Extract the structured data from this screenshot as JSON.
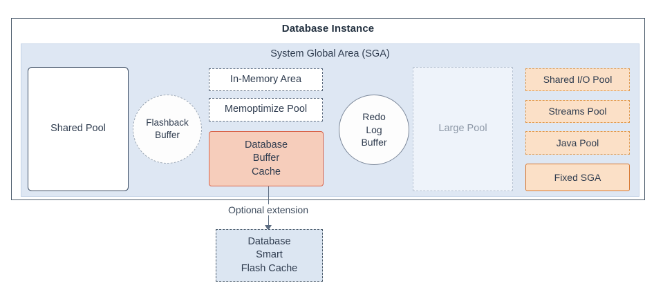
{
  "diagram": {
    "title": "Database Instance",
    "sga": {
      "title": "System Global Area (SGA)",
      "components": {
        "shared_pool": "Shared Pool",
        "flashback_buffer_line1": "Flashback",
        "flashback_buffer_line2": "Buffer",
        "in_memory_area": "In-Memory Area",
        "memoptimize_pool": "Memoptimize Pool",
        "db_buffer_cache_line1": "Database",
        "db_buffer_cache_line2": "Buffer",
        "db_buffer_cache_line3": "Cache",
        "redo_log_buffer_line1": "Redo",
        "redo_log_buffer_line2": "Log",
        "redo_log_buffer_line3": "Buffer",
        "large_pool": "Large Pool",
        "shared_io_pool": "Shared I/O Pool",
        "streams_pool": "Streams Pool",
        "java_pool": "Java Pool",
        "fixed_sga": "Fixed SGA"
      }
    },
    "connector": {
      "label": "Optional extension"
    },
    "external": {
      "smart_flash_cache_line1": "Database",
      "smart_flash_cache_line2": "Smart",
      "smart_flash_cache_line3": "Flash Cache"
    },
    "colors": {
      "instance_border": "#4a5a6a",
      "sga_fill": "#dee7f3",
      "buffer_cache_fill": "#f6cdbb",
      "buffer_cache_border": "#d8634a",
      "orange_fill": "#fbe0c7",
      "orange_border": "#e09a4e",
      "fixed_sga_border": "#d9762c",
      "large_pool_fill": "#eef3fa",
      "large_pool_text": "#8c97a6",
      "flash_cache_fill": "#dce6f2"
    }
  }
}
